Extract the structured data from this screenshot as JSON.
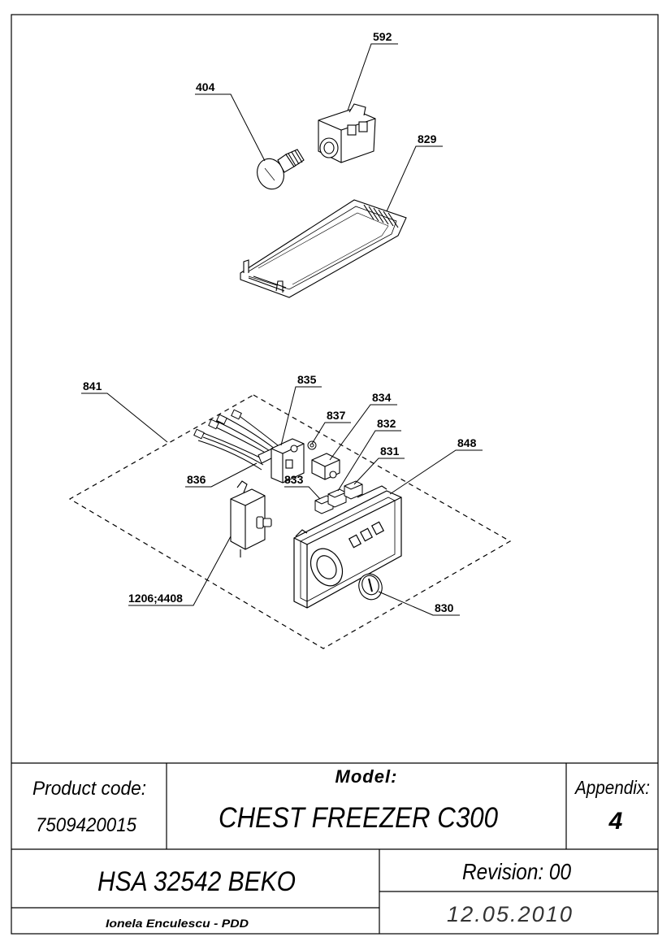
{
  "callouts": {
    "c592": "592",
    "c404": "404",
    "c829": "829",
    "c835": "835",
    "c841": "841",
    "c834": "834",
    "c837": "837",
    "c832": "832",
    "c848": "848",
    "c831": "831",
    "c836": "836",
    "c833": "833",
    "c1206": "1206;4408",
    "c830": "830"
  },
  "title_block": {
    "product_code_label": "Product code:",
    "product_code": "7509420015",
    "model_label": "Model:",
    "model_name": "CHEST FREEZER C300",
    "appendix_label": "Appendix:",
    "appendix_value": "4",
    "hsa": "HSA 32542 BEKO",
    "revision": "Revision: 00",
    "author": "Ionela Enculescu - PDD",
    "date": "12.05.2010"
  }
}
